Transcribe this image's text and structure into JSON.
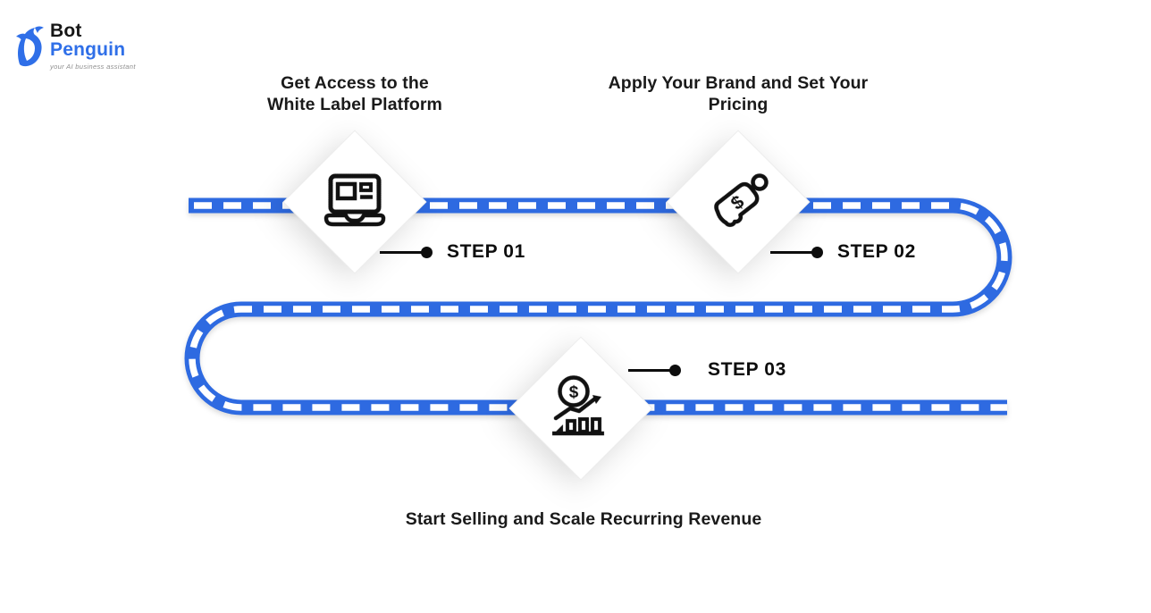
{
  "logo": {
    "brand_top": "Bot",
    "brand_bottom": "Penguin",
    "tagline": "your AI business assistant",
    "brand_color": "#2f6fe8",
    "text_color": "#161616"
  },
  "road": {
    "color": "#2e6ae1",
    "dash_color": "#ffffff"
  },
  "icons": {
    "dollar": "$"
  },
  "steps": [
    {
      "label": "STEP 01",
      "title_line1": "Get Access to the",
      "title_line2": "White Label Platform",
      "icon": "laptop-icon"
    },
    {
      "label": "STEP 02",
      "title_line1": "Apply Your Brand and Set Your",
      "title_line2": "Pricing",
      "icon": "price-tag-icon"
    },
    {
      "label": "STEP 03",
      "title": "Start Selling and Scale Recurring Revenue",
      "icon": "revenue-growth-icon"
    }
  ]
}
